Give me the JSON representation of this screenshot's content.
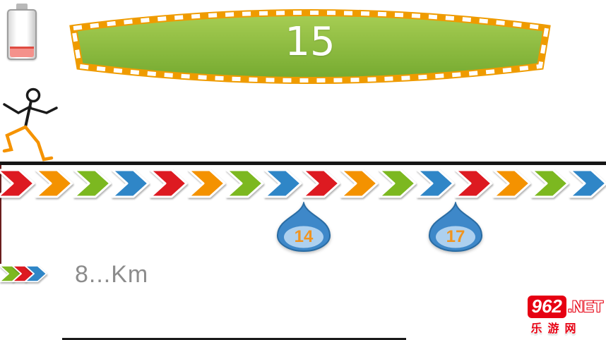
{
  "banner": {
    "score": "15",
    "fill_top": "#a8ce54",
    "fill_bottom": "#74a92f",
    "border_color": "#ef9b00"
  },
  "battery": {
    "charge_percent": 17,
    "charge_color": "#f4918b",
    "charge_line_color": "#df4b41"
  },
  "runner": {
    "body_color": "#1a1a1a",
    "leg_color": "#f59300"
  },
  "track": {
    "chevron_colors": [
      "#dd1a21",
      "#f49200",
      "#7cb820",
      "#2f86c7",
      "#dd1a21",
      "#f49200",
      "#7cb820",
      "#2f86c7",
      "#dd1a21",
      "#f49200",
      "#7cb820",
      "#2f86c7",
      "#dd1a21",
      "#f49200",
      "#7cb820",
      "#2f86c7",
      "#dd1a21"
    ],
    "mini_chevron_colors": [
      "#7cb820",
      "#dd1a21",
      "#2f86c7"
    ],
    "markers": [
      {
        "label": "14"
      },
      {
        "label": "17"
      }
    ],
    "drop_fill": "#3e88c9",
    "drop_stroke": "#2a6ca3",
    "drop_inner": "#add0ef",
    "marker_text_color": "#f0941f",
    "distance_label": "8...Km"
  },
  "watermark": {
    "number": "962",
    "tld": ".NET",
    "site_name": "乐游网",
    "badge_color": "#e60012",
    "site_color": "#e60012"
  }
}
